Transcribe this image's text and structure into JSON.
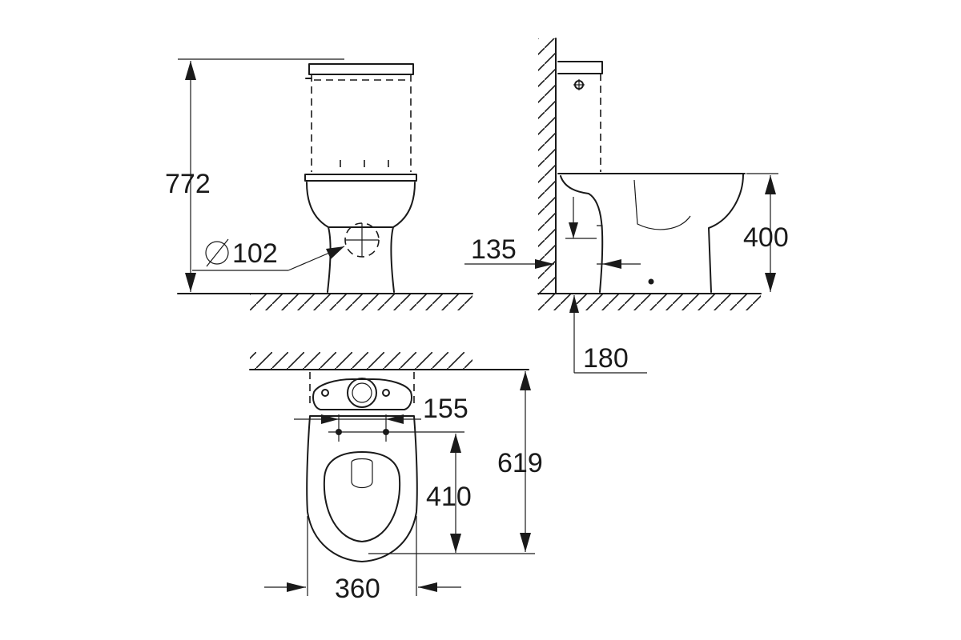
{
  "drawing": {
    "front_view": {
      "height_label": "772",
      "outlet_diameter_label": "102"
    },
    "side_view": {
      "wall_distance_label": "135",
      "bowl_height_label": "400",
      "outlet_distance_label": "180"
    },
    "top_view": {
      "fixing_spacing_label": "155",
      "fixing_depth_label": "410",
      "total_depth_label": "619",
      "width_label": "360"
    }
  }
}
